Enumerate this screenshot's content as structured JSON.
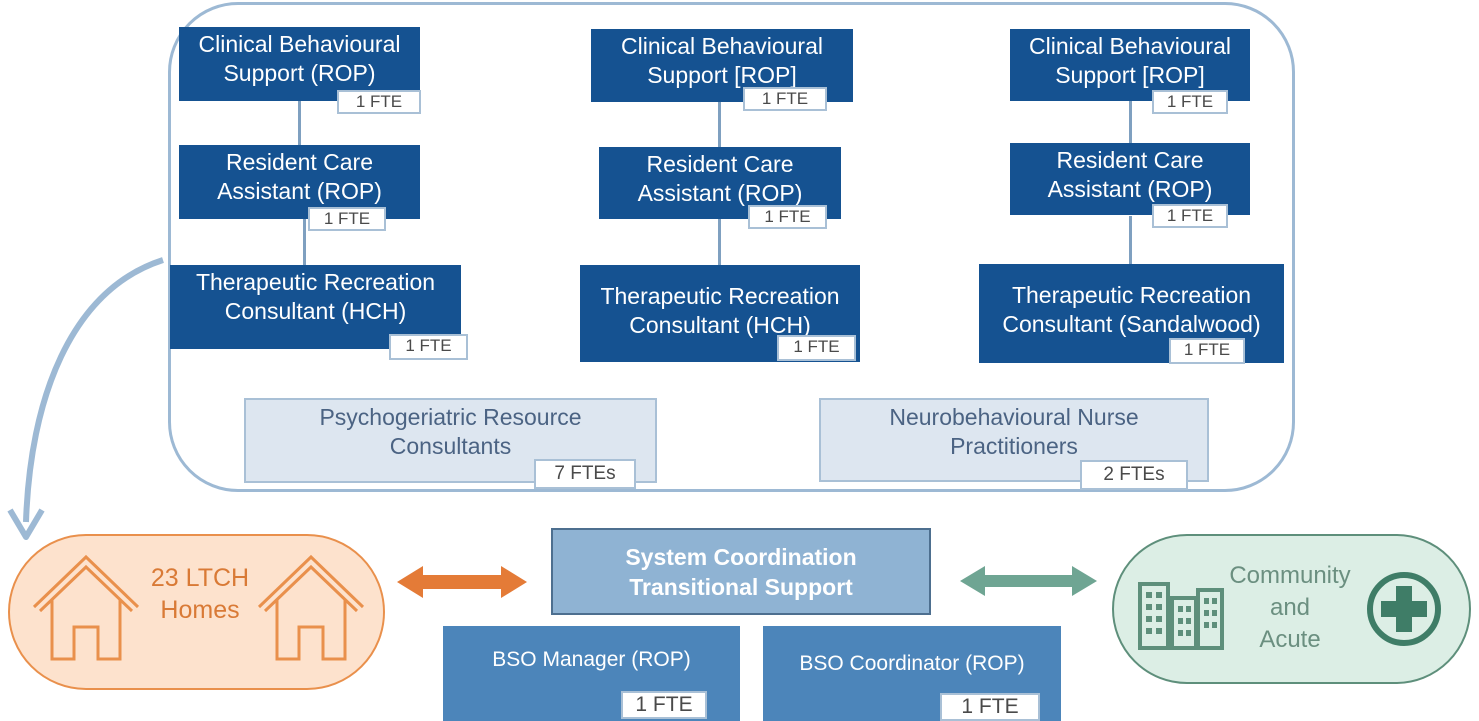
{
  "columns": [
    {
      "clinical": {
        "line1": "Clinical Behavioural",
        "line2": "Support (ROP)",
        "fte": "1 FTE"
      },
      "rca": {
        "line1": "Resident Care",
        "line2": "Assistant (ROP)",
        "fte": "1 FTE"
      },
      "trc": {
        "line1": "Therapeutic Recreation",
        "line2": "Consultant (HCH)",
        "fte": "1 FTE"
      }
    },
    {
      "clinical": {
        "line1": "Clinical Behavioural",
        "line2": "Support [ROP]",
        "fte": "1 FTE"
      },
      "rca": {
        "line1": "Resident Care",
        "line2": "Assistant (ROP)",
        "fte": "1 FTE"
      },
      "trc": {
        "line1": "Therapeutic Recreation",
        "line2": "Consultant (HCH)",
        "fte": "1 FTE"
      }
    },
    {
      "clinical": {
        "line1": "Clinical Behavioural",
        "line2": "Support [ROP]",
        "fte": "1 FTE"
      },
      "rca": {
        "line1": "Resident Care",
        "line2": "Assistant (ROP)",
        "fte": "1 FTE"
      },
      "trc": {
        "line1": "Therapeutic Recreation",
        "line2": "Consultant (Sandalwood)",
        "fte": "1 FTE"
      }
    }
  ],
  "psychogeriatric": {
    "line1": "Psychogeriatric Resource",
    "line2": "Consultants",
    "fte": "7 FTEs"
  },
  "neurobehavioural": {
    "line1": "Neurobehavioural Nurse",
    "line2": "Practitioners",
    "fte": "2 FTEs"
  },
  "coordination": {
    "line1": "System Coordination",
    "line2": "Transitional Support"
  },
  "bso_manager": {
    "label": "BSO Manager (ROP)",
    "fte": "1 FTE"
  },
  "bso_coordinator": {
    "label": "BSO Coordinator (ROP)",
    "fte": "1 FTE"
  },
  "homes": {
    "line1": "23 LTCH",
    "line2": "Homes"
  },
  "community": {
    "line1": "Community",
    "line2": "and",
    "line3": "Acute"
  },
  "colors": {
    "role_blue": "#155291",
    "light_blue": "#dde6f0",
    "frame": "#9db9d4",
    "homes_orange": "#e9904c",
    "community_green": "#5e8f7b",
    "bso_blue": "#4c85ba"
  }
}
